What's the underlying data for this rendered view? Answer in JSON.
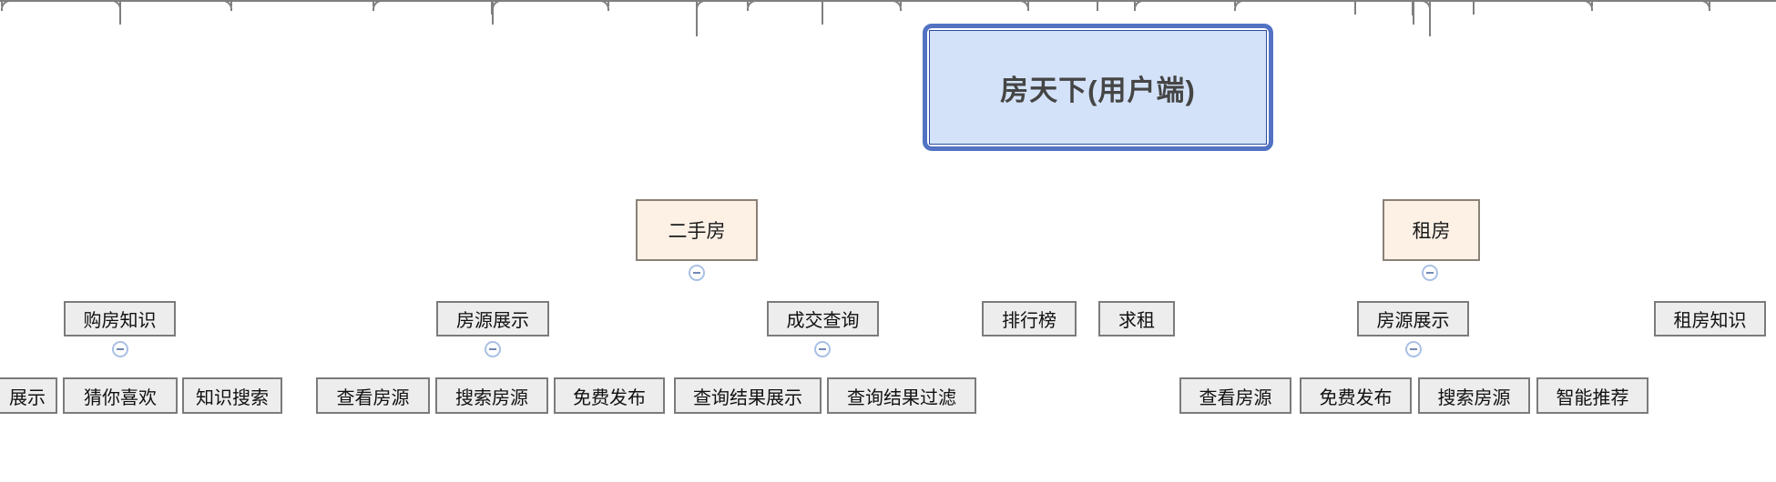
{
  "mindmap": {
    "root": {
      "label": "房天下(用户端)"
    },
    "branches": [
      {
        "label": "二手房",
        "collapse_icon": "minus",
        "children": [
          {
            "label": "房源展示",
            "collapse_icon": "minus",
            "children": [
              {
                "label": "查看房源"
              },
              {
                "label": "搜索房源"
              },
              {
                "label": "免费发布"
              }
            ]
          },
          {
            "label": "成交查询",
            "collapse_icon": "minus",
            "children": [
              {
                "label": "查询结果展示"
              },
              {
                "label": "查询结果过滤"
              }
            ]
          },
          {
            "label": "排行榜"
          }
        ]
      },
      {
        "label": "租房",
        "collapse_icon": "minus",
        "children": [
          {
            "label": "求租"
          },
          {
            "label": "房源展示",
            "collapse_icon": "minus",
            "children": [
              {
                "label": "查看房源"
              },
              {
                "label": "免费发布"
              },
              {
                "label": "搜索房源"
              },
              {
                "label": "智能推荐"
              }
            ]
          },
          {
            "label": "租房知识"
          }
        ]
      }
    ],
    "partial_left_branch": {
      "children": [
        {
          "label": "购房知识",
          "collapse_icon": "minus",
          "children": [
            {
              "label": "展示"
            },
            {
              "label": "猜你喜欢"
            },
            {
              "label": "知识搜索"
            }
          ]
        }
      ]
    }
  },
  "icons": {
    "collapse": "minus"
  },
  "colors": {
    "root_fill": "#d3e2f8",
    "root_outer_border": "#5273c3",
    "root_inner_border": "#2c4c9c",
    "branch_fill": "#fdf1e6",
    "branch_border": "#8a8177",
    "node_fill": "#ededed",
    "node_border": "#7b7b7b",
    "connector_line": "#7f7f7f",
    "collapse_ring": "#a9c0e5",
    "collapse_glyph": "#7288b5",
    "root_text": "#454545",
    "node_text": "#111111",
    "background": "#ffffff"
  }
}
